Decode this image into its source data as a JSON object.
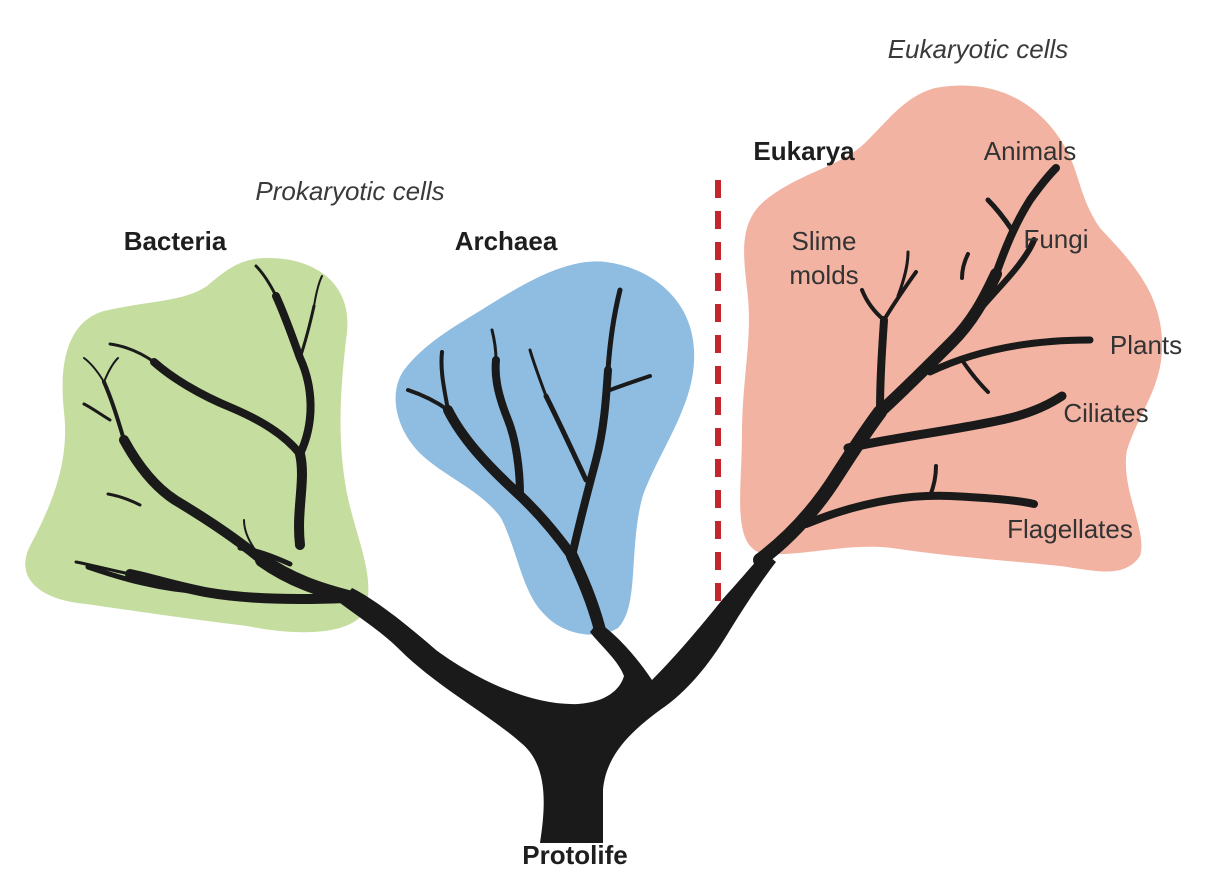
{
  "colors": {
    "bacteria": "#c5dd9f",
    "archaea": "#8fbde1",
    "eukarya": "#f2b3a2",
    "tree": "#1a1a1a",
    "divider": "#c4262e"
  },
  "labels": {
    "prokaryotic": "Prokaryotic cells",
    "eukaryotic": "Eukaryotic cells",
    "bacteria": "Bacteria",
    "archaea": "Archaea",
    "eukarya": "Eukarya",
    "protolife": "Protolife",
    "slime_1": "Slime",
    "slime_2": "molds",
    "animals": "Animals",
    "fungi": "Fungi",
    "plants": "Plants",
    "ciliates": "Ciliates",
    "flagellates": "Flagellates"
  }
}
